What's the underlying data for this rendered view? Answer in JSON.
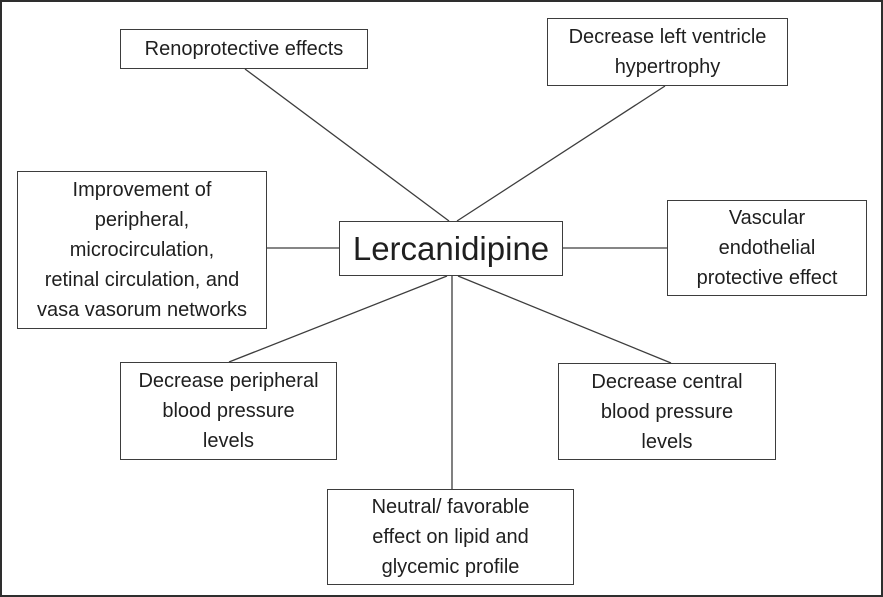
{
  "figure": {
    "type": "concept-diagram",
    "background_color": "#ffffff",
    "outer_border_color": "#2e2e2e",
    "box_border_color": "#3d3d3d",
    "connector_color": "#3d3d3d",
    "text_color": "#1f1f1f",
    "center": {
      "id": "lercanidipine",
      "label": "Lercanidipine"
    },
    "nodes": [
      {
        "id": "renoprotective-effects",
        "position": "top-left",
        "label": "Renoprotective effects"
      },
      {
        "id": "decrease-left-ventricle-hypertrophy",
        "position": "top-right",
        "label": "Decrease left ventricle\nhypertrophy"
      },
      {
        "id": "improvement-circulation-networks",
        "position": "left",
        "label": "Improvement of\nperipheral,\nmicrocirculation,\nretinal circulation, and\nvasa vasorum networks"
      },
      {
        "id": "vascular-endothelial-protective-effect",
        "position": "right",
        "label": "Vascular\nendothelial\nprotective effect"
      },
      {
        "id": "decrease-peripheral-blood-pressure",
        "position": "bottom-left",
        "label": "Decrease peripheral\nblood pressure\nlevels"
      },
      {
        "id": "decrease-central-blood-pressure",
        "position": "bottom-right",
        "label": "Decrease central\nblood pressure\nlevels"
      },
      {
        "id": "neutral-favorable-lipid-glycemic",
        "position": "bottom-center",
        "label": "Neutral/ favorable\neffect on lipid and\nglycemic profile"
      }
    ],
    "connections": [
      {
        "from": "lercanidipine",
        "to": "renoprotective-effects"
      },
      {
        "from": "lercanidipine",
        "to": "decrease-left-ventricle-hypertrophy"
      },
      {
        "from": "lercanidipine",
        "to": "improvement-circulation-networks"
      },
      {
        "from": "lercanidipine",
        "to": "vascular-endothelial-protective-effect"
      },
      {
        "from": "lercanidipine",
        "to": "decrease-peripheral-blood-pressure"
      },
      {
        "from": "lercanidipine",
        "to": "decrease-central-blood-pressure"
      },
      {
        "from": "lercanidipine",
        "to": "neutral-favorable-lipid-glycemic"
      }
    ]
  }
}
